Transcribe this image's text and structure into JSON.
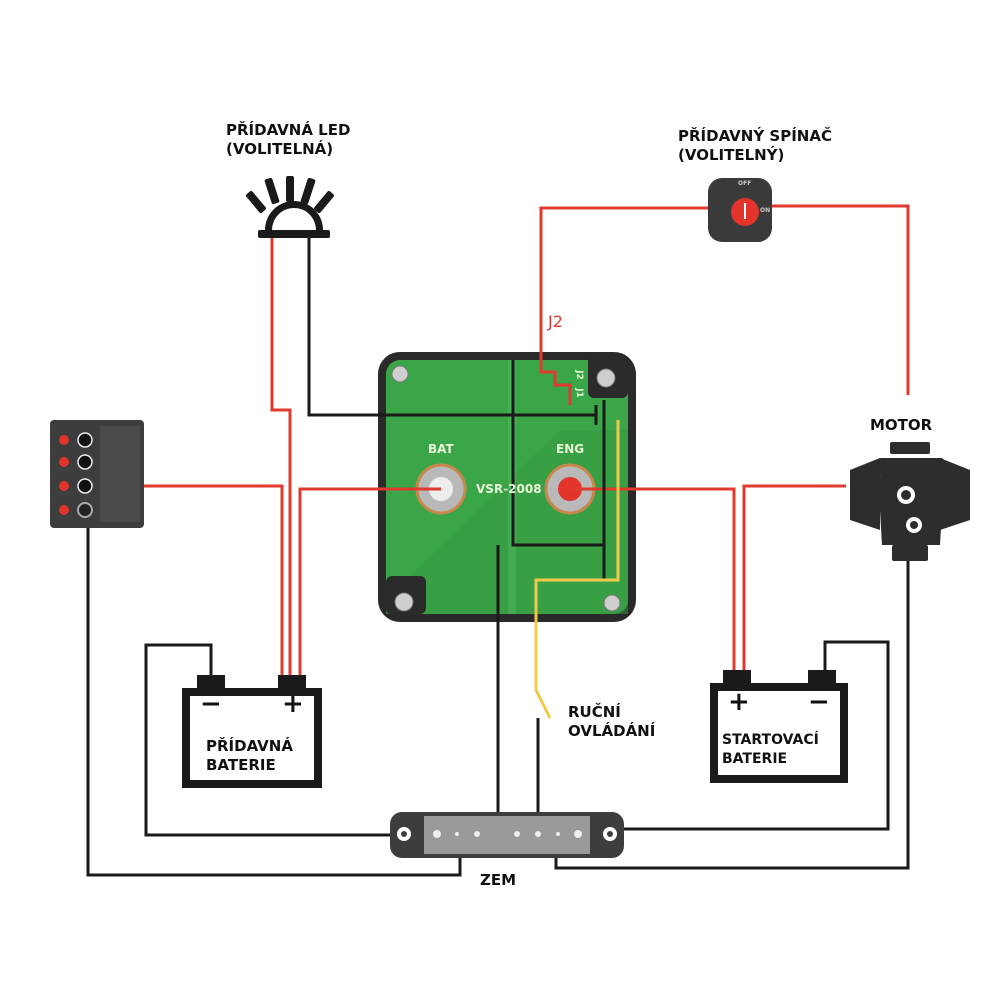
{
  "labels": {
    "led_line1": "PŘÍDAVNÁ LED",
    "led_line2": "(VOLITELNÁ)",
    "switch_line1": "PŘÍDAVNÝ SPÍNAČ",
    "switch_line2": "(VOLITELNÝ)",
    "motor": "MOTOR",
    "aux_battery_line1": "PŘÍDAVNÁ",
    "aux_battery_line2": "BATERIE",
    "start_battery_line1": "STARTOVACÍ",
    "start_battery_line2": "BATERIE",
    "manual_line1": "RUČNÍ",
    "manual_line2": "OVLÁDÁNÍ",
    "ground": "ZEM",
    "j2": "J2"
  },
  "relay": {
    "bat_label": "BAT",
    "eng_label": "ENG",
    "model": "VSR-2008",
    "j1": "J1",
    "j2": "J2"
  },
  "switch": {
    "off_label": "OFF",
    "on_label": "ON"
  },
  "battery_symbols": {
    "minus": "−",
    "plus": "+"
  },
  "colors": {
    "wire_red": "#e03a2f",
    "wire_black": "#1a1a1a",
    "wire_yellow": "#f2c84b",
    "pcb_green": "#3aa648",
    "pcb_border": "#2a2a2a",
    "switch_body": "#3a3a3a",
    "switch_knob": "#e2342a"
  }
}
